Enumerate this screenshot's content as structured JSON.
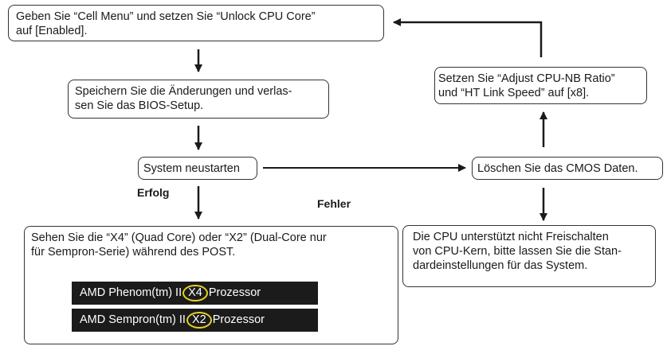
{
  "steps": {
    "start": {
      "line1": "Geben Sie “Cell Menu” und setzen Sie “Unlock CPU Core”",
      "line2": "auf [Enabled]."
    },
    "save": {
      "line1": "Speichern Sie die Änderungen und verlas-",
      "line2": "sen Sie das BIOS-Setup."
    },
    "restart": "System neustarten",
    "post": {
      "line1": "Sehen Sie die “X4” (Quad Core) oder “X2” (Dual-Core nur",
      "line2": "für Sempron-Serie) während des POST.",
      "cpu_lines": [
        {
          "before": "AMD Phenom(tm) II",
          "highlight": "X4",
          "after": "Prozessor"
        },
        {
          "before": "AMD Sempron(tm) II",
          "highlight": "X2",
          "after": "Prozessor"
        }
      ]
    },
    "cmos": "Löschen Sie das CMOS Daten.",
    "setzen": {
      "line1": "Setzen Sie “Adjust CPU-NB Ratio”",
      "line2": "und “HT Link Speed” auf [x8]."
    },
    "no_cpu": {
      "line1": "Die CPU unterstützt nicht Freischalten",
      "line2": "von CPU-Kern, bitte lassen Sie die Stan-",
      "line3": "dardeinstellungen für das System."
    }
  },
  "labels": {
    "success": "Erfolg",
    "failure": "Fehler"
  },
  "colors": {
    "arrow": "#1a1a1a",
    "box_border": "#333333",
    "cpu_bar": "#1b1b1b",
    "highlight_ring": "#e5d21e"
  }
}
